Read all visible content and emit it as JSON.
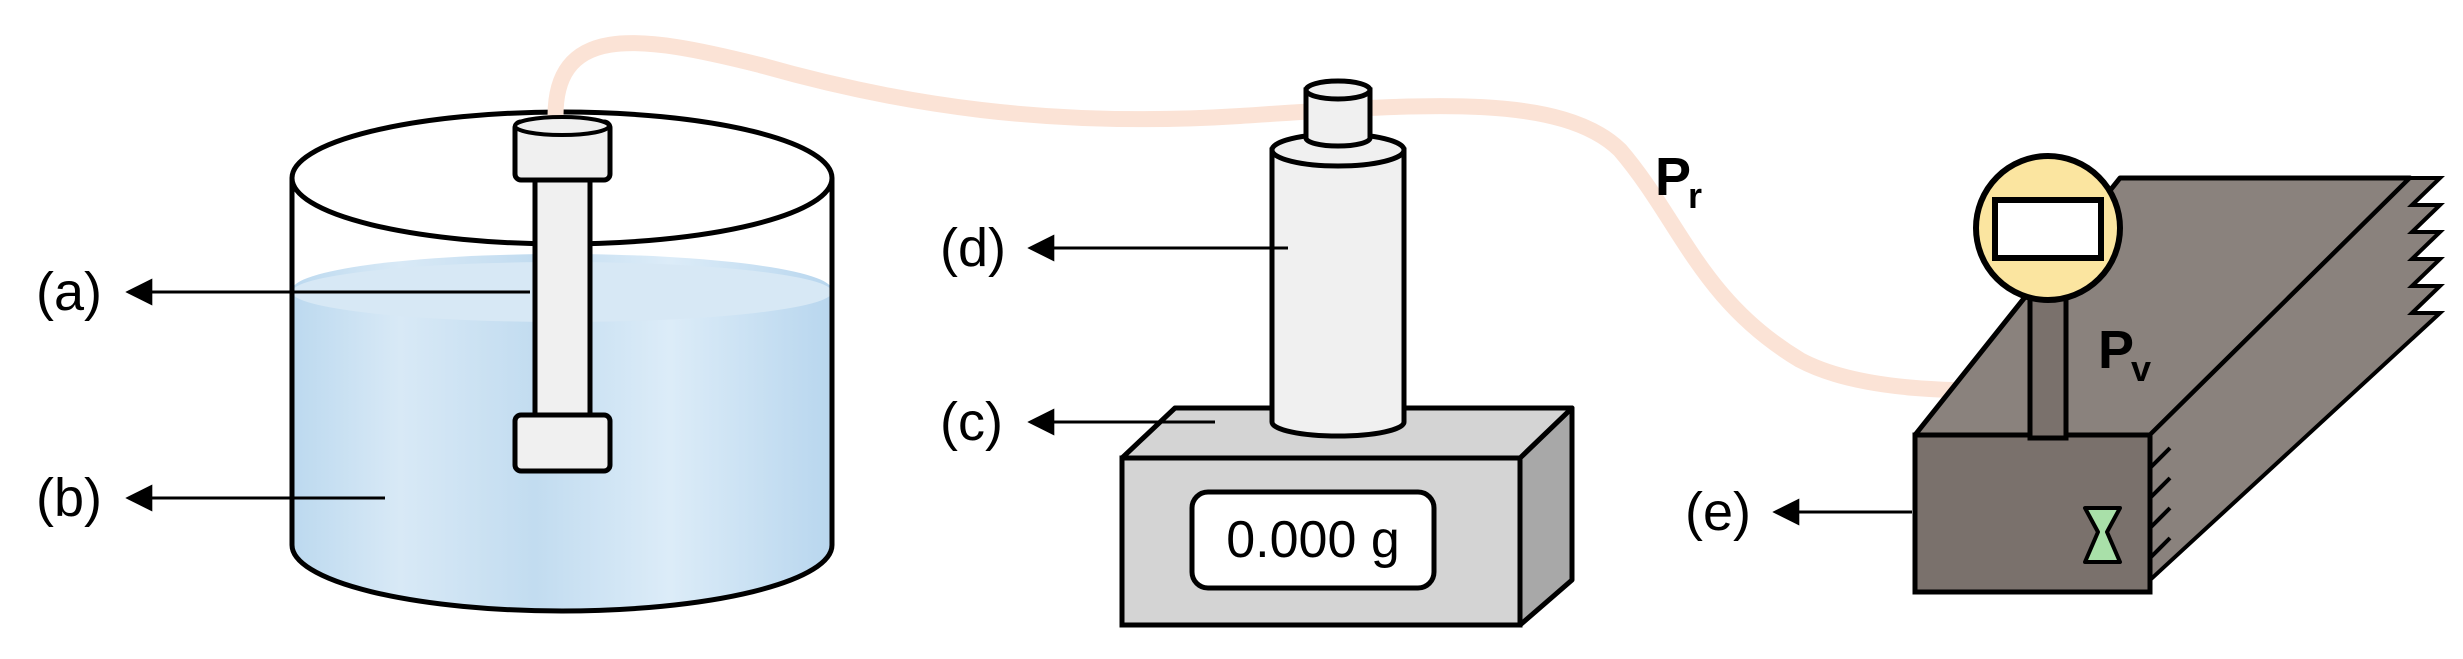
{
  "labels": {
    "a": "(a)",
    "b": "(b)",
    "c": "(c)",
    "d": "(d)",
    "e": "(e)"
  },
  "pressure_labels": {
    "pr_main": "P",
    "pr_sub": "r",
    "pv_main": "P",
    "pv_sub": "v"
  },
  "scale_display": "0.000 g",
  "colors": {
    "water": "#c6e0f2",
    "water_light": "#dcebf7",
    "tube": "#fbe3d6",
    "cylinder_fill": "#f0f0f0",
    "scale_top": "#d4d4d4",
    "scale_side": "#a8a8a8",
    "chamber_dark": "#7a716c",
    "chamber_top": "#8a827d",
    "gauge_yellow": "#fbe5a0",
    "valve_green": "#a9e0a9",
    "outline": "#000000"
  }
}
